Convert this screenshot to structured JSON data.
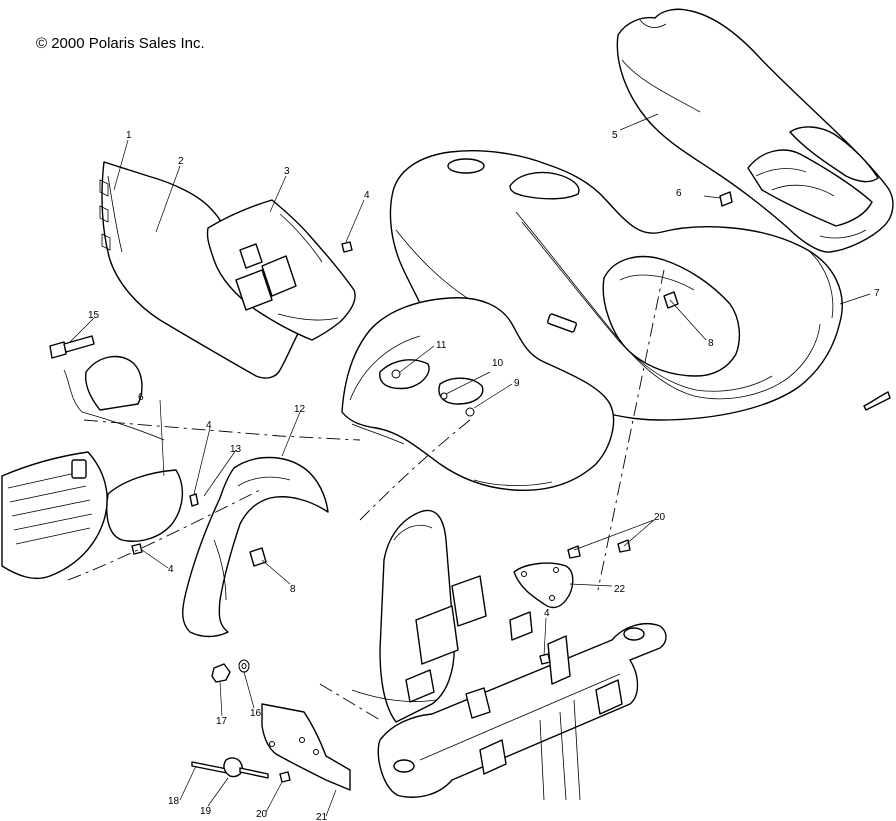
{
  "copyright": "© 2000 Polaris Sales Inc.",
  "callouts": [
    {
      "id": "c1",
      "label": "1"
    },
    {
      "id": "c2",
      "label": "2"
    },
    {
      "id": "c3",
      "label": "3"
    },
    {
      "id": "c4a",
      "label": "4"
    },
    {
      "id": "c5",
      "label": "5"
    },
    {
      "id": "c6a",
      "label": "6"
    },
    {
      "id": "c7",
      "label": "7"
    },
    {
      "id": "c8a",
      "label": "8"
    },
    {
      "id": "c9",
      "label": "9"
    },
    {
      "id": "c10",
      "label": "10"
    },
    {
      "id": "c11",
      "label": "11"
    },
    {
      "id": "c12",
      "label": "12"
    },
    {
      "id": "c13",
      "label": "13"
    },
    {
      "id": "c4b",
      "label": "4"
    },
    {
      "id": "c15",
      "label": "15"
    },
    {
      "id": "c6b",
      "label": "6"
    },
    {
      "id": "c4c",
      "label": "4"
    },
    {
      "id": "c8b",
      "label": "8"
    },
    {
      "id": "c16",
      "label": "16"
    },
    {
      "id": "c17",
      "label": "17"
    },
    {
      "id": "c18",
      "label": "18"
    },
    {
      "id": "c19",
      "label": "19"
    },
    {
      "id": "c20a",
      "label": "20"
    },
    {
      "id": "c21",
      "label": "21"
    },
    {
      "id": "c20b",
      "label": "20"
    },
    {
      "id": "c22",
      "label": "22"
    },
    {
      "id": "c4d",
      "label": "4"
    }
  ]
}
